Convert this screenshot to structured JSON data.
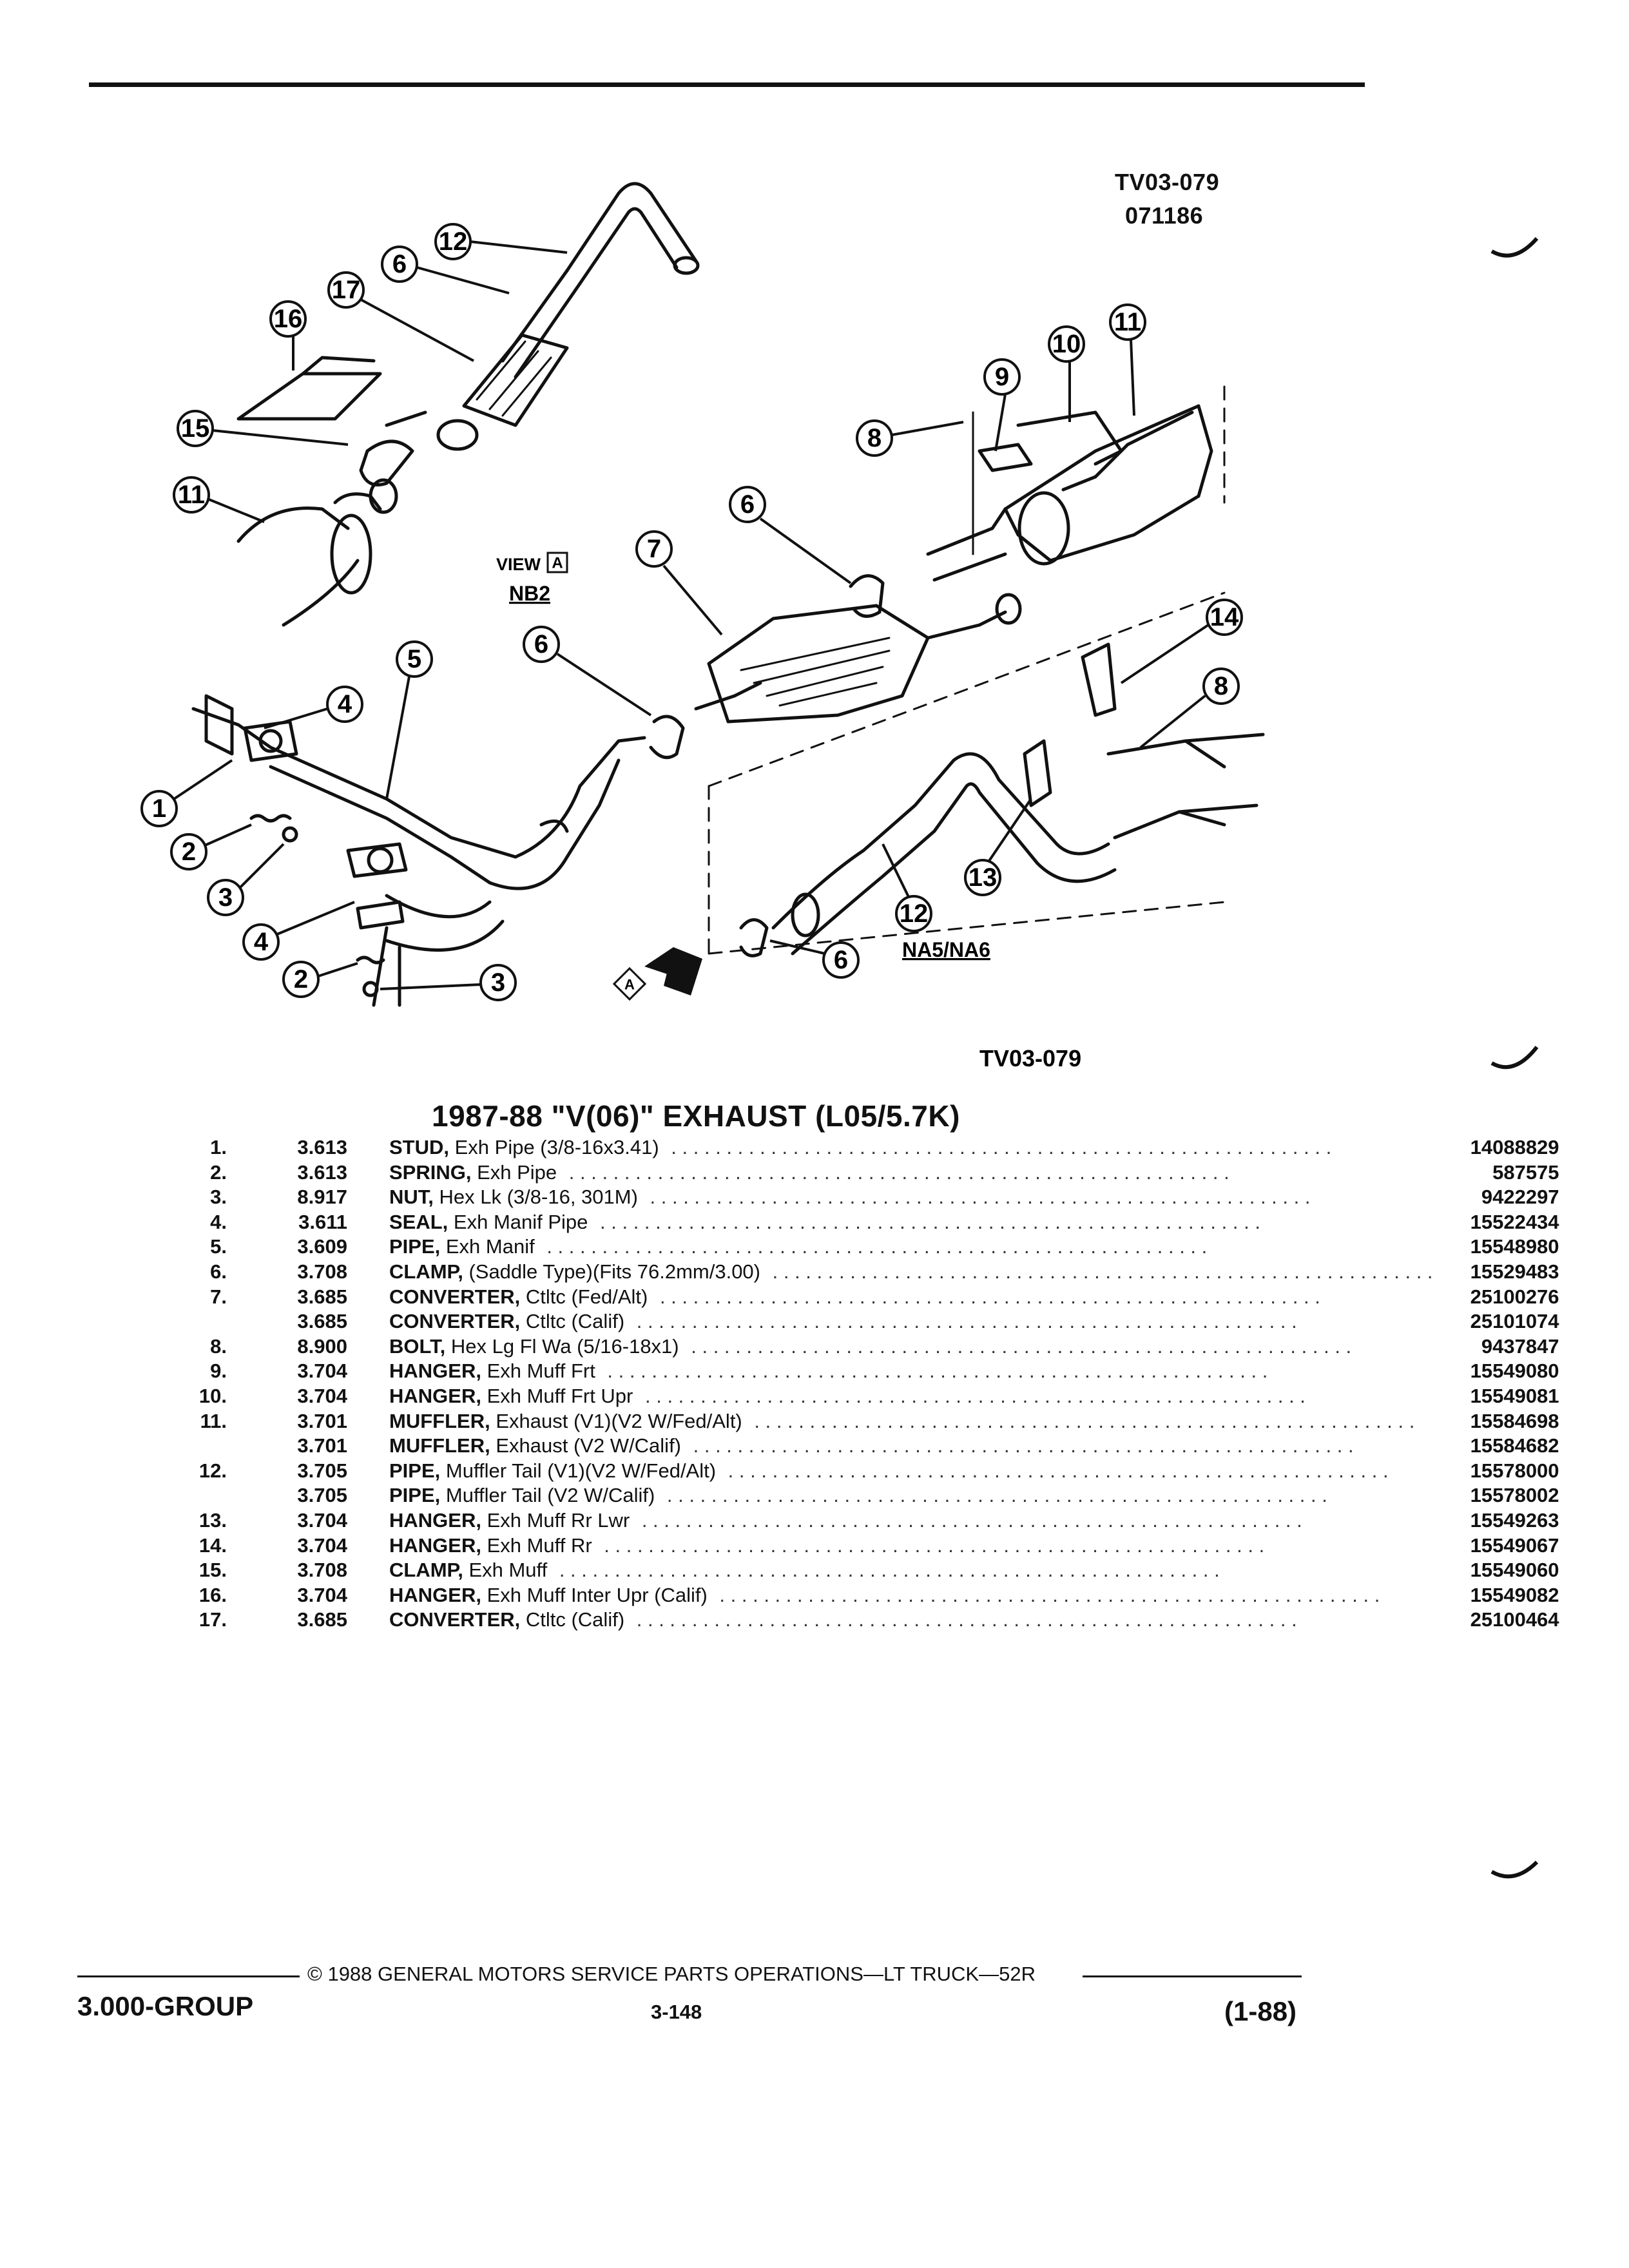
{
  "header": {
    "code_top": "TV03-079",
    "code_date": "071186"
  },
  "diagram": {
    "callouts": [
      "12",
      "6",
      "17",
      "16",
      "15",
      "11",
      "10",
      "11",
      "9",
      "8",
      "6",
      "7",
      "6",
      "5",
      "4",
      "1",
      "2",
      "3",
      "4",
      "2",
      "3",
      "14",
      "8",
      "13",
      "12",
      "6"
    ],
    "view_label": "VIEW",
    "view_letter": "A",
    "view_code": "NB2",
    "variant_label": "NA5/NA6",
    "arrow_letter": "A",
    "code_bottom": "TV03-079"
  },
  "parts_list": {
    "title": "1987-88 \"V(06)\" EXHAUST (L05/5.7K)",
    "rows": [
      {
        "num": "1.",
        "ref": "3.613",
        "name": "STUD,",
        "detail": " Exh Pipe (3/8-16x3.41)",
        "pn": "14088829"
      },
      {
        "num": "2.",
        "ref": "3.613",
        "name": "SPRING,",
        "detail": " Exh Pipe",
        "pn": "587575"
      },
      {
        "num": "3.",
        "ref": "8.917",
        "name": "NUT,",
        "detail": " Hex Lk (3/8-16, 301M)",
        "pn": "9422297"
      },
      {
        "num": "4.",
        "ref": "3.611",
        "name": "SEAL,",
        "detail": " Exh Manif Pipe",
        "pn": "15522434"
      },
      {
        "num": "5.",
        "ref": "3.609",
        "name": "PIPE,",
        "detail": " Exh Manif",
        "pn": "15548980"
      },
      {
        "num": "6.",
        "ref": "3.708",
        "name": "CLAMP,",
        "detail": " (Saddle Type)(Fits 76.2mm/3.00)",
        "pn": "15529483"
      },
      {
        "num": "7.",
        "ref": "3.685",
        "name": "CONVERTER,",
        "detail": " Ctltc (Fed/Alt)",
        "pn": "25100276"
      },
      {
        "num": "",
        "ref": "3.685",
        "name": "CONVERTER,",
        "detail": " Ctltc (Calif)",
        "pn": "25101074"
      },
      {
        "num": "8.",
        "ref": "8.900",
        "name": "BOLT,",
        "detail": " Hex Lg Fl Wa (5/16-18x1)",
        "pn": "9437847"
      },
      {
        "num": "9.",
        "ref": "3.704",
        "name": "HANGER,",
        "detail": " Exh Muff Frt",
        "pn": "15549080"
      },
      {
        "num": "10.",
        "ref": "3.704",
        "name": "HANGER,",
        "detail": " Exh Muff Frt Upr",
        "pn": "15549081"
      },
      {
        "num": "11.",
        "ref": "3.701",
        "name": "MUFFLER,",
        "detail": " Exhaust (V1)(V2 W/Fed/Alt)",
        "pn": "15584698"
      },
      {
        "num": "",
        "ref": "3.701",
        "name": "MUFFLER,",
        "detail": " Exhaust (V2 W/Calif)",
        "pn": "15584682"
      },
      {
        "num": "12.",
        "ref": "3.705",
        "name": "PIPE,",
        "detail": " Muffler Tail (V1)(V2 W/Fed/Alt)",
        "pn": "15578000"
      },
      {
        "num": "",
        "ref": "3.705",
        "name": "PIPE,",
        "detail": " Muffler Tail (V2 W/Calif)",
        "pn": "15578002"
      },
      {
        "num": "13.",
        "ref": "3.704",
        "name": "HANGER,",
        "detail": " Exh Muff Rr Lwr",
        "pn": "15549263"
      },
      {
        "num": "14.",
        "ref": "3.704",
        "name": "HANGER,",
        "detail": " Exh Muff Rr",
        "pn": "15549067"
      },
      {
        "num": "15.",
        "ref": "3.708",
        "name": "CLAMP,",
        "detail": " Exh Muff",
        "pn": "15549060"
      },
      {
        "num": "16.",
        "ref": "3.704",
        "name": "HANGER,",
        "detail": " Exh Muff Inter Upr (Calif)",
        "pn": "15549082"
      },
      {
        "num": "17.",
        "ref": "3.685",
        "name": "CONVERTER,",
        "detail": " Ctltc (Calif)",
        "pn": "25100464"
      }
    ]
  },
  "footer": {
    "copyright": "© 1988 GENERAL MOTORS SERVICE PARTS OPERATIONS—LT TRUCK—52R",
    "group": "3.000-GROUP",
    "page": "3-148",
    "date": "(1-88)"
  }
}
